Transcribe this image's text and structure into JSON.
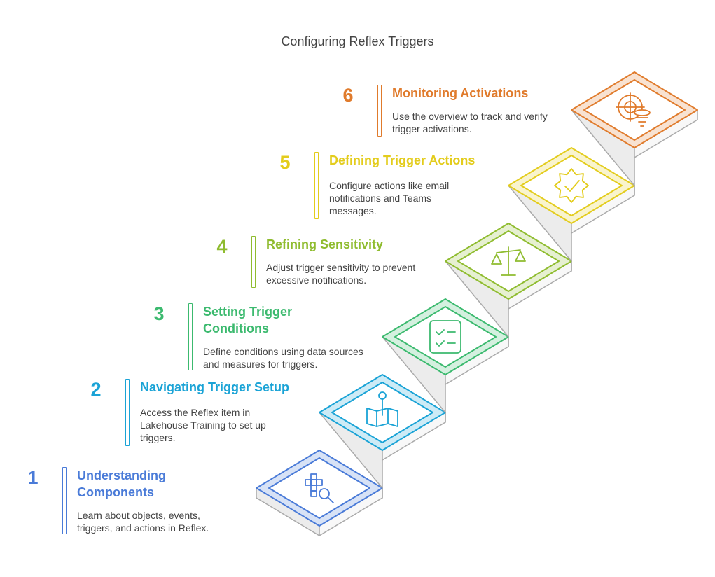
{
  "title": "Configuring Reflex Triggers",
  "steps": [
    {
      "number": "1",
      "title": "Understanding Components",
      "description": "Learn about objects, events, triggers, and actions in Reflex.",
      "icon": "puzzle-search-icon",
      "color": "#4a7bd8"
    },
    {
      "number": "2",
      "title": "Navigating Trigger Setup",
      "description": "Access the Reflex item in Lakehouse Training to set up triggers.",
      "icon": "map-pin-icon",
      "color": "#1aa3d6"
    },
    {
      "number": "3",
      "title": "Setting Trigger Conditions",
      "description": "Define conditions using data sources and measures for triggers.",
      "icon": "checklist-icon",
      "color": "#3cba6f"
    },
    {
      "number": "4",
      "title": "Refining Sensitivity",
      "description": "Adjust trigger sensitivity to prevent excessive notifications.",
      "icon": "balance-scale-icon",
      "color": "#8fbc2f"
    },
    {
      "number": "5",
      "title": "Defining Trigger Actions",
      "description": "Configure actions like email notifications and Teams messages.",
      "icon": "gear-check-icon",
      "color": "#e3cc1c"
    },
    {
      "number": "6",
      "title": "Monitoring Activations",
      "description": "Use the overview to track and verify trigger activations.",
      "icon": "radar-tornado-icon",
      "color": "#e07b2c"
    }
  ]
}
